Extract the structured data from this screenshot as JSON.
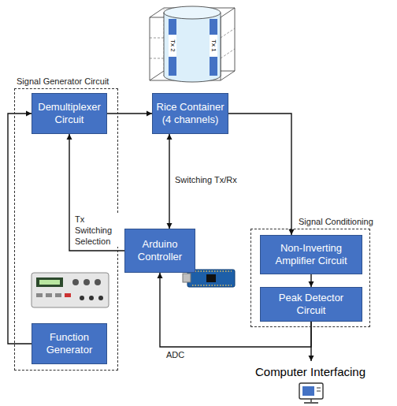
{
  "diagram": {
    "nodes": [
      {
        "text": [
          "Signal Generator Circuit"
        ]
      },
      {
        "text": [
          "Demultiplexer Circuit"
        ],
        "in": 0
      },
      {
        "text": [
          "Function Generator"
        ],
        "in": 0
      },
      {
        "text": [
          "Rice Container (4 channels)"
        ]
      },
      {
        "text": [
          "Arduino Controller"
        ]
      },
      {
        "text": [
          "Signal Conditioning"
        ]
      },
      {
        "text": [
          "Non-Inverting Amplifier Circuit"
        ],
        "in": 5
      },
      {
        "text": [
          "Peak Detector Circuit"
        ],
        "in": 5
      },
      {
        "text": [
          "Computer Interfacing"
        ]
      }
    ],
    "edges": [
      {
        "from": 2,
        "to": 1,
        "arrow": "to"
      },
      {
        "from": 1,
        "to": 3,
        "arrow": "to"
      },
      {
        "from": 3,
        "to": 4,
        "arrow": "both",
        "label": "Switching Tx/Rx"
      },
      {
        "from": 3,
        "to": 6,
        "arrow": "to"
      },
      {
        "from": 6,
        "to": 7,
        "arrow": "to"
      },
      {
        "from": 4,
        "to": 1,
        "arrow": "to",
        "label": "Tx Switching Selection"
      },
      {
        "from": 7,
        "to": 4,
        "arrow": "to",
        "label": "ADC"
      },
      {
        "from": 7,
        "to": 8,
        "arrow": "to"
      }
    ],
    "labels": [
      "Tx 2",
      "Tx 1"
    ]
  }
}
